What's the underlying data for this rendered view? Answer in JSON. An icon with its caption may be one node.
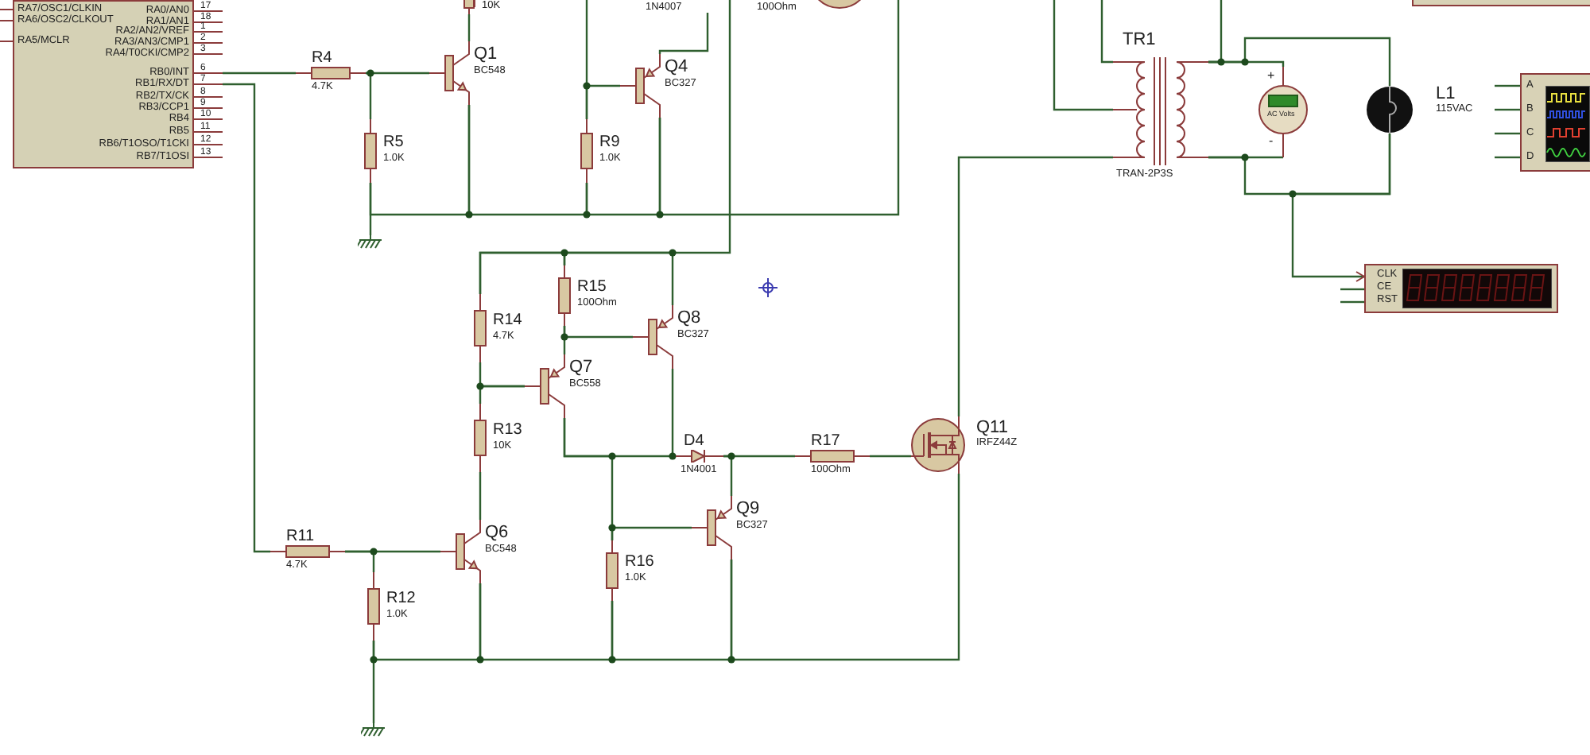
{
  "diagram": {
    "nodes": [
      {
        "text": [
          "RA7/OSC1/CLKIN",
          "RA6/OSC2/CLKOUT",
          "RA5/MCLR",
          "RA0/AN0",
          "RA1/AN1",
          "RA2/AN2/VREF",
          "RA3/AN3/CMP1",
          "RA4/T0CKI/CMP2",
          "RB0/INT",
          "RB1/RX/DT",
          "RB2/TX/CK",
          "RB3/CCP1",
          "RB4",
          "RB5",
          "RB6/T1OSO/T1CKI",
          "RB7/T1OSI"
        ],
        "beside": [
          "17",
          "18",
          "1",
          "2",
          "3",
          "6",
          "7",
          "8",
          "9",
          "10",
          "11",
          "12",
          "13"
        ]
      },
      {
        "text": [
          "R4",
          "4.7K"
        ]
      },
      {
        "text": [
          "R5",
          "1.0K"
        ]
      },
      {
        "text": [
          "Q1",
          "BC548"
        ]
      },
      {
        "text": [
          "R9",
          "1.0K"
        ]
      },
      {
        "text": [
          "Q4",
          "BC327"
        ]
      },
      {
        "text": [],
        "shape": "circle"
      },
      {
        "text": [
          "TR1",
          "TRAN-2P3S"
        ]
      },
      {
        "text": [
          "+",
          "AC Volts",
          "-"
        ]
      },
      {
        "text": [
          "L1",
          "115VAC"
        ]
      },
      {
        "text": [
          "A",
          "B",
          "C",
          "D"
        ]
      },
      {
        "text": [
          "CLK",
          "CE",
          "RST"
        ]
      },
      {
        "text": [
          "R15",
          "100Ohm"
        ]
      },
      {
        "text": [
          "R14",
          "4.7K"
        ]
      },
      {
        "text": [
          "Q8",
          "BC327"
        ]
      },
      {
        "text": [
          "Q7",
          "BC558"
        ]
      },
      {
        "text": [
          "R13",
          "10K"
        ]
      },
      {
        "text": [
          "D4",
          "1N4001"
        ]
      },
      {
        "text": [
          "R17",
          "100Ohm"
        ]
      },
      {
        "text": [
          "Q11",
          "IRFZ44Z"
        ]
      },
      {
        "text": [
          "R11",
          "4.7K"
        ]
      },
      {
        "text": [
          "R12",
          "1.0K"
        ]
      },
      {
        "text": [
          "Q6",
          "BC548"
        ]
      },
      {
        "text": [
          "R16",
          "1.0K"
        ]
      },
      {
        "text": [
          "Q9",
          "BC327"
        ]
      },
      {
        "text": [],
        "shape": "ground"
      },
      {
        "text": [],
        "shape": "ground"
      },
      {
        "text": [
          "10K"
        ]
      }
    ],
    "edges": [
      {
        "from": 0,
        "to": 1,
        "arrow": "none"
      },
      {
        "from": 0,
        "to": 20,
        "arrow": "none"
      },
      {
        "from": 1,
        "to": 3,
        "arrow": "none"
      },
      {
        "from": 1,
        "to": 2,
        "arrow": "none"
      },
      {
        "from": 3,
        "to": 27,
        "arrow": "none"
      },
      {
        "from": 2,
        "to": 25,
        "arrow": "none"
      },
      {
        "from": 2,
        "to": 3,
        "arrow": "none"
      },
      {
        "from": 3,
        "to": 4,
        "arrow": "none"
      },
      {
        "from": 4,
        "to": 5,
        "arrow": "none"
      },
      {
        "from": 4,
        "to": 5,
        "arrow": "none"
      },
      {
        "from": 4,
        "to": null,
        "arrow": "none"
      },
      {
        "from": 5,
        "to": null,
        "arrow": "none"
      },
      {
        "from": 5,
        "to": null,
        "arrow": "none"
      },
      {
        "from": null,
        "to": 13,
        "arrow": "none"
      },
      {
        "from": 13,
        "to": 12,
        "arrow": "none"
      },
      {
        "from": 12,
        "to": 14,
        "arrow": "none"
      },
      {
        "from": 12,
        "to": 14,
        "arrow": "none"
      },
      {
        "from": 15,
        "to": 12,
        "arrow": "none"
      },
      {
        "from": 13,
        "to": 15,
        "arrow": "none"
      },
      {
        "from": 16,
        "to": 15,
        "arrow": "none"
      },
      {
        "from": 16,
        "to": 22,
        "arrow": "none"
      },
      {
        "from": 15,
        "to": 17,
        "arrow": "none"
      },
      {
        "from": 14,
        "to": 17,
        "arrow": "none"
      },
      {
        "from": 15,
        "to": 23,
        "arrow": "none"
      },
      {
        "from": 23,
        "to": 24,
        "arrow": "none"
      },
      {
        "from": 17,
        "to": 24,
        "arrow": "none"
      },
      {
        "from": 17,
        "to": 18,
        "arrow": "none"
      },
      {
        "from": 18,
        "to": 19,
        "arrow": "none"
      },
      {
        "from": 19,
        "to": 7,
        "arrow": "none"
      },
      {
        "from": 7,
        "to": null,
        "arrow": "none"
      },
      {
        "from": 7,
        "to": null,
        "arrow": "none"
      },
      {
        "from": 7,
        "to": null,
        "arrow": "none"
      },
      {
        "from": 7,
        "to": 8,
        "arrow": "none"
      },
      {
        "from": 7,
        "to": 9,
        "arrow": "none"
      },
      {
        "from": 8,
        "to": 7,
        "arrow": "none"
      },
      {
        "from": 7,
        "to": 9,
        "arrow": "none"
      },
      {
        "from": 9,
        "to": 11,
        "arrow": "to"
      },
      {
        "from": 19,
        "to": 24,
        "arrow": "none"
      },
      {
        "from": 24,
        "to": 23,
        "arrow": "none"
      },
      {
        "from": 23,
        "to": 22,
        "arrow": "none"
      },
      {
        "from": 22,
        "to": 21,
        "arrow": "none"
      },
      {
        "from": 21,
        "to": 26,
        "arrow": "none"
      },
      {
        "from": 20,
        "to": 21,
        "arrow": "none"
      },
      {
        "from": 20,
        "to": 22,
        "arrow": "none"
      }
    ],
    "labels": [
      "1N4007",
      "100Ohm"
    ]
  }
}
